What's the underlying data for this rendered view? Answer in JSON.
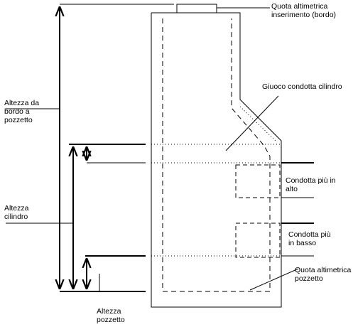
{
  "labels": {
    "quota_bordo": [
      "Quota altimetrica",
      "inserimento (bordo)"
    ],
    "altezza_bordo_pozzetto": [
      "Altezza da",
      "bordo a",
      "pozzetto"
    ],
    "gioco_condotta": [
      "Giuoco condotta cilindro"
    ],
    "condotta_alto": [
      "Condotta più in",
      "alto"
    ],
    "altezza_cilindro": [
      "Altezza",
      "cilindro"
    ],
    "condotta_basso": [
      "Condotta più",
      "in basso"
    ],
    "quota_pozzetto": [
      "Quota altimetrica",
      "pozzetto"
    ],
    "altezza_pozzetto": [
      "Altezza",
      "pozzetto"
    ]
  },
  "colors": {
    "stroke": "#000000",
    "background": "#ffffff"
  }
}
